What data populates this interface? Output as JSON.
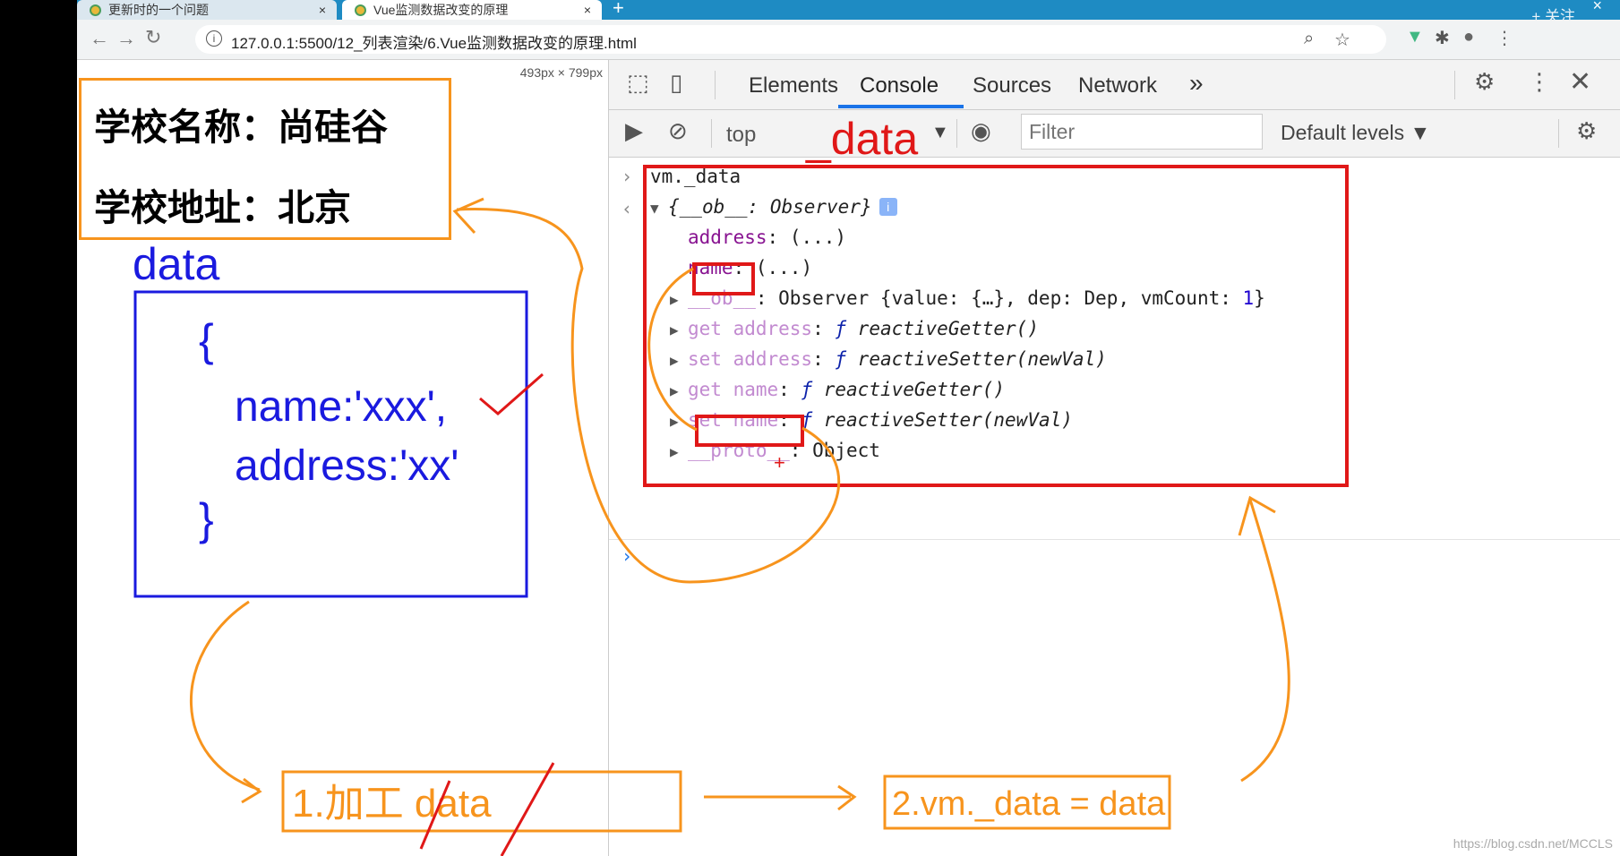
{
  "browser": {
    "tabs": [
      {
        "label": "更新时的一个问题",
        "active": false
      },
      {
        "label": "Vue监测数据改变的原理",
        "active": true
      }
    ],
    "new_tab": "+",
    "close_glyph": "×",
    "url": "127.0.0.1:5500/12_列表渲染/6.Vue监测数据改变的原理.html",
    "overlay_follow": "+ 关注"
  },
  "page": {
    "viewport_size": "493px × 799px",
    "school_name": "学校名称：尚硅谷",
    "school_address": "学校地址：北京"
  },
  "devtools": {
    "tabs": [
      "Elements",
      "Console",
      "Sources",
      "Network"
    ],
    "active_tab": "Console",
    "more": "»",
    "context": "top",
    "filter_placeholder": "Filter",
    "levels": "Default levels ▼",
    "console": {
      "input": "vm._data",
      "object_summary_key": "__ob__",
      "object_summary_val": "Observer",
      "props": [
        {
          "key": "address",
          "value": "(...)"
        },
        {
          "key": "name",
          "value": "(...)"
        }
      ],
      "ob_line": {
        "key": "__ob__",
        "value": "Observer {value: {…}, dep: Dep, vmCount: 1}"
      },
      "accessors": [
        {
          "key": "get address",
          "fn": "reactiveGetter()"
        },
        {
          "key": "set address",
          "fn": "reactiveSetter(newVal)"
        },
        {
          "key": "get name",
          "fn": "reactiveGetter()"
        },
        {
          "key": "set name",
          "fn": "reactiveSetter(newVal)"
        }
      ],
      "proto": {
        "key": "__proto__",
        "value": "Object"
      }
    }
  },
  "annotations": {
    "data_title": "data",
    "open_brace": "{",
    "name_line": "name:'xxx',",
    "address_line": "address:'xx'",
    "close_brace": "}",
    "step1": "1.加工 data",
    "step2": "2.vm._data = data",
    "console_label": "_data"
  },
  "watermark": "https://blog.csdn.net/MCCLS",
  "colors": {
    "annotation_orange": "#f7941d",
    "annotation_blue": "#1a1adf",
    "annotation_red": "#e01818",
    "console_key_purple": "#881391",
    "tab_strip": "#1e8bc3"
  }
}
